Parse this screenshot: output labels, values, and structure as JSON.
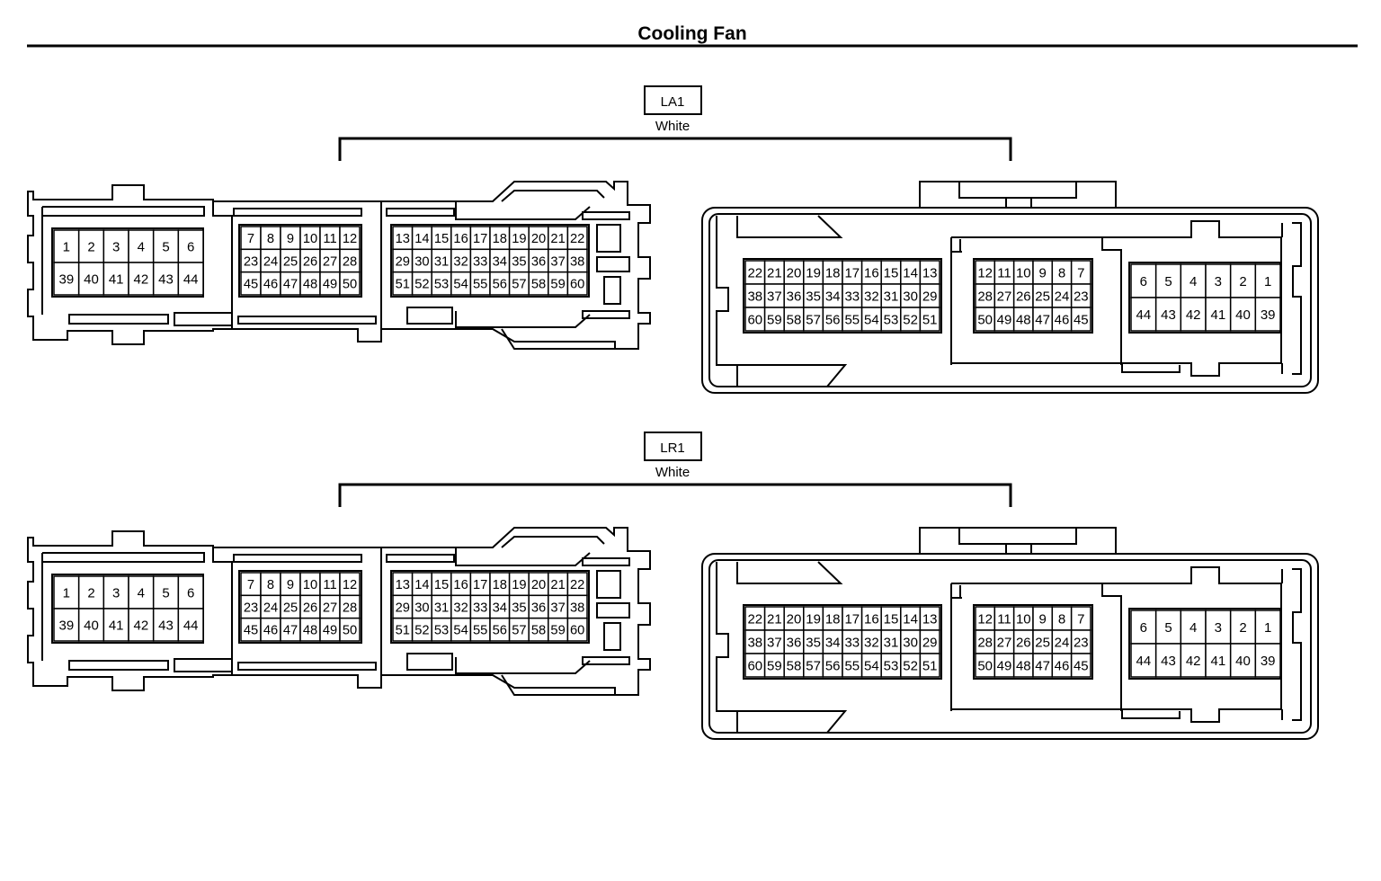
{
  "page": {
    "title": "Cooling Fan"
  },
  "connectors": [
    {
      "code": "LA1",
      "color": "White",
      "left_view": {
        "blocks": [
          {
            "rows": [
              [
                "1",
                "2",
                "3",
                "4",
                "5",
                "6"
              ],
              [
                "39",
                "40",
                "41",
                "42",
                "43",
                "44"
              ]
            ]
          },
          {
            "rows": [
              [
                "7",
                "8",
                "9",
                "10",
                "11",
                "12"
              ],
              [
                "23",
                "24",
                "25",
                "26",
                "27",
                "28"
              ],
              [
                "45",
                "46",
                "47",
                "48",
                "49",
                "50"
              ]
            ]
          },
          {
            "rows": [
              [
                "13",
                "14",
                "15",
                "16",
                "17",
                "18",
                "19",
                "20",
                "21",
                "22"
              ],
              [
                "29",
                "30",
                "31",
                "32",
                "33",
                "34",
                "35",
                "36",
                "37",
                "38"
              ],
              [
                "51",
                "52",
                "53",
                "54",
                "55",
                "56",
                "57",
                "58",
                "59",
                "60"
              ]
            ]
          }
        ]
      },
      "right_view": {
        "blocks": [
          {
            "rows": [
              [
                "22",
                "21",
                "20",
                "19",
                "18",
                "17",
                "16",
                "15",
                "14",
                "13"
              ],
              [
                "38",
                "37",
                "36",
                "35",
                "34",
                "33",
                "32",
                "31",
                "30",
                "29"
              ],
              [
                "60",
                "59",
                "58",
                "57",
                "56",
                "55",
                "54",
                "53",
                "52",
                "51"
              ]
            ]
          },
          {
            "rows": [
              [
                "12",
                "11",
                "10",
                "9",
                "8",
                "7"
              ],
              [
                "28",
                "27",
                "26",
                "25",
                "24",
                "23"
              ],
              [
                "50",
                "49",
                "48",
                "47",
                "46",
                "45"
              ]
            ]
          },
          {
            "rows": [
              [
                "6",
                "5",
                "4",
                "3",
                "2",
                "1"
              ],
              [
                "44",
                "43",
                "42",
                "41",
                "40",
                "39"
              ]
            ]
          }
        ]
      }
    },
    {
      "code": "LR1",
      "color": "White",
      "left_view": {
        "blocks": [
          {
            "rows": [
              [
                "1",
                "2",
                "3",
                "4",
                "5",
                "6"
              ],
              [
                "39",
                "40",
                "41",
                "42",
                "43",
                "44"
              ]
            ]
          },
          {
            "rows": [
              [
                "7",
                "8",
                "9",
                "10",
                "11",
                "12"
              ],
              [
                "23",
                "24",
                "25",
                "26",
                "27",
                "28"
              ],
              [
                "45",
                "46",
                "47",
                "48",
                "49",
                "50"
              ]
            ]
          },
          {
            "rows": [
              [
                "13",
                "14",
                "15",
                "16",
                "17",
                "18",
                "19",
                "20",
                "21",
                "22"
              ],
              [
                "29",
                "30",
                "31",
                "32",
                "33",
                "34",
                "35",
                "36",
                "37",
                "38"
              ],
              [
                "51",
                "52",
                "53",
                "54",
                "55",
                "56",
                "57",
                "58",
                "59",
                "60"
              ]
            ]
          }
        ]
      },
      "right_view": {
        "blocks": [
          {
            "rows": [
              [
                "22",
                "21",
                "20",
                "19",
                "18",
                "17",
                "16",
                "15",
                "14",
                "13"
              ],
              [
                "38",
                "37",
                "36",
                "35",
                "34",
                "33",
                "32",
                "31",
                "30",
                "29"
              ],
              [
                "60",
                "59",
                "58",
                "57",
                "56",
                "55",
                "54",
                "53",
                "52",
                "51"
              ]
            ]
          },
          {
            "rows": [
              [
                "12",
                "11",
                "10",
                "9",
                "8",
                "7"
              ],
              [
                "28",
                "27",
                "26",
                "25",
                "24",
                "23"
              ],
              [
                "50",
                "49",
                "48",
                "47",
                "46",
                "45"
              ]
            ]
          },
          {
            "rows": [
              [
                "6",
                "5",
                "4",
                "3",
                "2",
                "1"
              ],
              [
                "44",
                "43",
                "42",
                "41",
                "40",
                "39"
              ]
            ]
          }
        ]
      }
    }
  ]
}
